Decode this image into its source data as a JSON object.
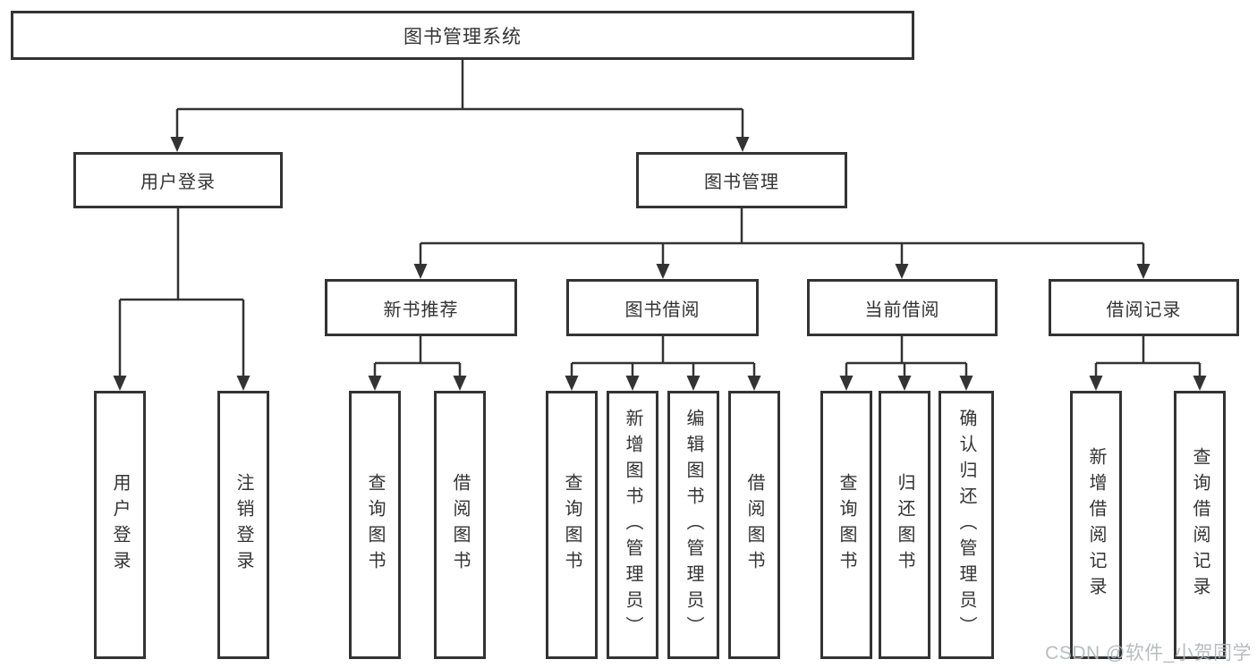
{
  "diagram_title": "图书管理系统",
  "tree": {
    "root": "图书管理系统",
    "children": [
      {
        "label": "用户登录",
        "children": [
          "用户登录",
          "注销登录"
        ]
      },
      {
        "label": "图书管理",
        "children": [
          {
            "label": "新书推荐",
            "children": [
              "查询图书",
              "借阅图书"
            ]
          },
          {
            "label": "图书借阅",
            "children": [
              "查询图书",
              "新增图书（管理员）",
              "编辑图书（管理员）",
              "借阅图书"
            ]
          },
          {
            "label": "当前借阅",
            "children": [
              "查询图书",
              "归还图书",
              "确认归还（管理员）"
            ]
          },
          {
            "label": "借阅记录",
            "children": [
              "新增借阅记录",
              "查询借阅记录"
            ]
          }
        ]
      }
    ]
  },
  "watermark": "CSDN @软件_小贺同学",
  "colors": {
    "line": "#333333",
    "box_border": "#333333",
    "text": "#333333",
    "watermark": "#b2b5b8",
    "background": "#ffffff"
  }
}
